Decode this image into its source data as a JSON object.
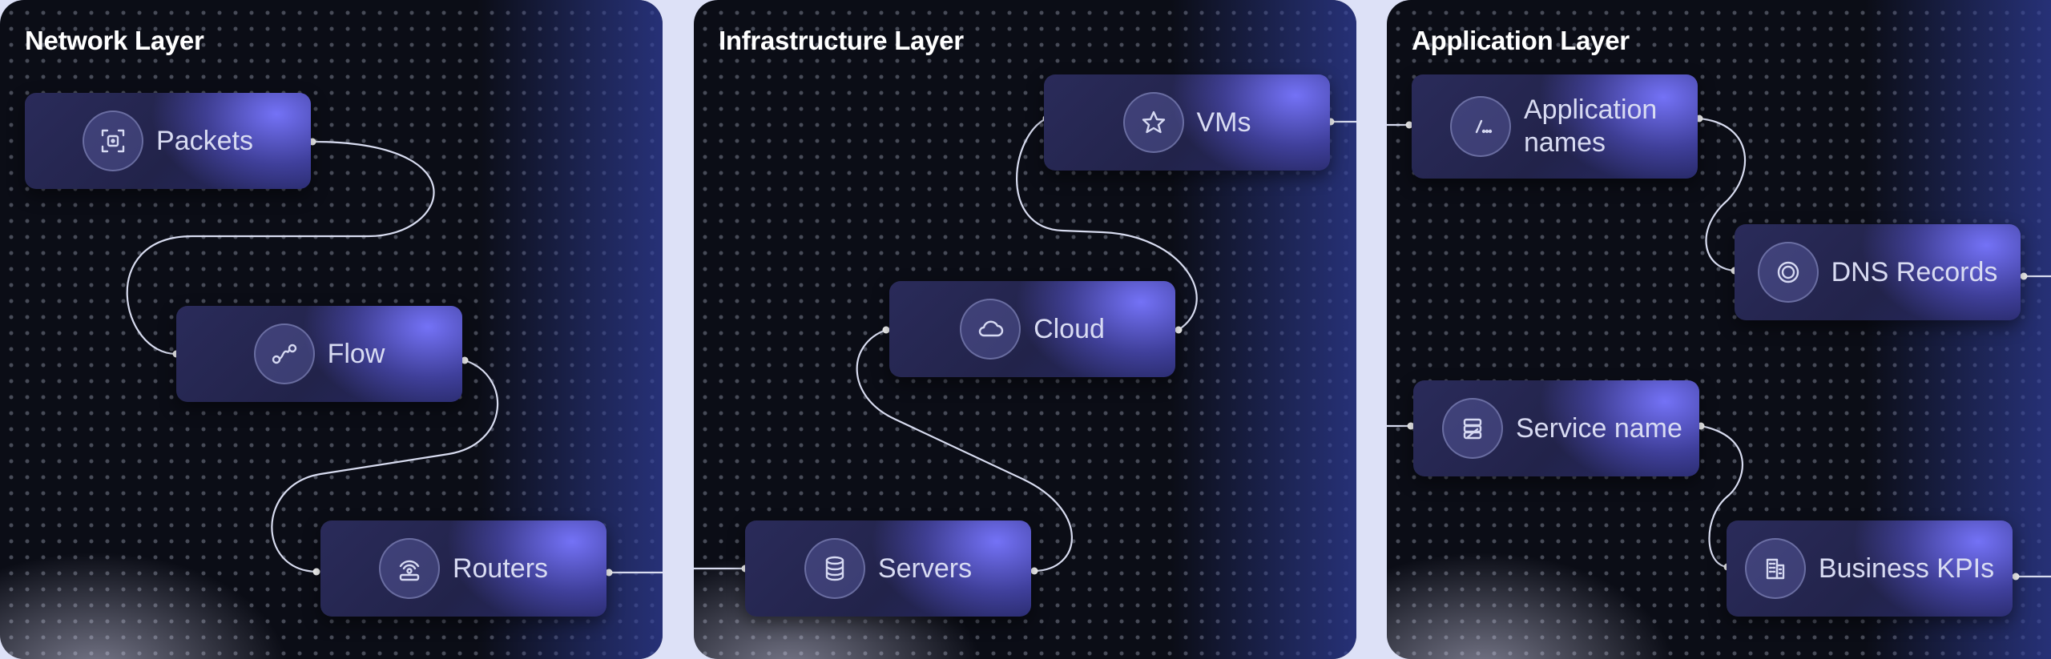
{
  "panels": {
    "network": {
      "title": "Network Layer"
    },
    "infrastructure": {
      "title": "Infrastructure Layer"
    },
    "application": {
      "title": "Application Layer"
    }
  },
  "nodes": {
    "packets": {
      "label": "Packets",
      "icon": "packet-scan-icon"
    },
    "flow": {
      "label": "Flow",
      "icon": "flow-icon"
    },
    "routers": {
      "label": "Routers",
      "icon": "router-icon"
    },
    "vms": {
      "label": "VMs",
      "icon": "star-icon"
    },
    "cloud": {
      "label": "Cloud",
      "icon": "cloud-icon"
    },
    "servers": {
      "label": "Servers",
      "icon": "database-icon"
    },
    "app_names": {
      "label": "Application\nnames",
      "icon": "app-names-icon"
    },
    "dns": {
      "label": "DNS Records",
      "icon": "dns-icon"
    },
    "service": {
      "label": "Service name",
      "icon": "service-icon"
    },
    "kpis": {
      "label": "Business KPIs",
      "icon": "buildings-icon"
    }
  },
  "colors": {
    "panel_bg": "#0b0d16",
    "page_bg": "#dde1f7",
    "node_accent": "#7876ff",
    "node_base": "#24254f"
  }
}
